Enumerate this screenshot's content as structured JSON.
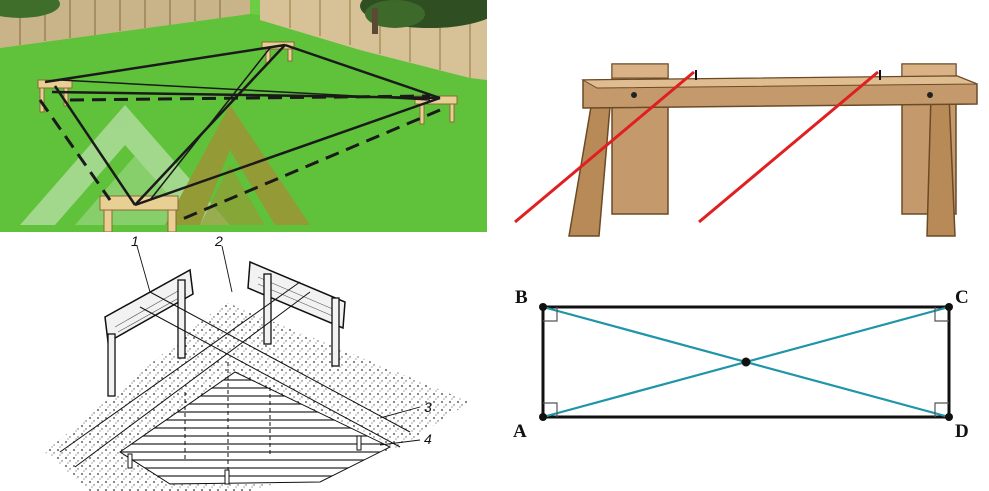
{
  "batter_diagram": {
    "labels": [
      "1",
      "2",
      "3",
      "4"
    ]
  },
  "rectangle_diagram": {
    "vertices": [
      "B",
      "C",
      "A",
      "D"
    ],
    "colors": {
      "diagonal": "#1f95a8",
      "outline": "#111111"
    }
  },
  "string_line_diagram": {
    "colors": {
      "string": "#e02020",
      "wood": "#c49a6c"
    }
  },
  "garden_layout": {
    "colors": {
      "lawn": "#5fc23a",
      "fence": "#c9b48a",
      "string": "#1a1a1a"
    }
  }
}
